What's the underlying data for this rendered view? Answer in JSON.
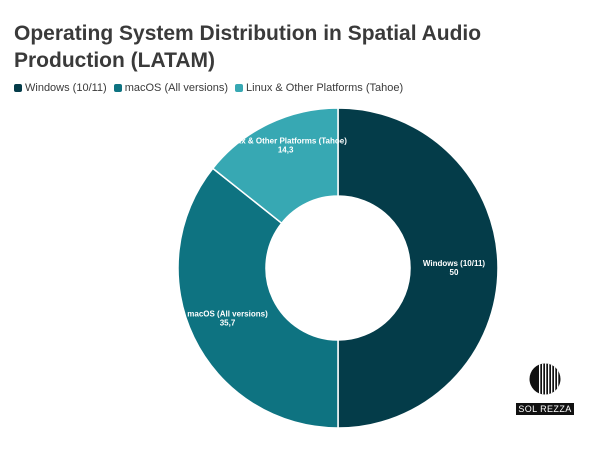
{
  "chart_data": {
    "type": "pie",
    "title": "Operating System Distribution in Spatial Audio Production (LATAM)",
    "legend_position": "top-left",
    "inner_radius_ratio": 0.45,
    "categories": [
      "Windows (10/11)",
      "macOS (All versions)",
      "Linux & Other Platforms (Tahoe)"
    ],
    "values": [
      50,
      35.7,
      14.3
    ],
    "value_labels": [
      "50",
      "35,7",
      "14,3"
    ],
    "colors": [
      "#043c49",
      "#0e7381",
      "#37a8b3"
    ]
  },
  "watermark": {
    "text": "SOL REZZA"
  }
}
